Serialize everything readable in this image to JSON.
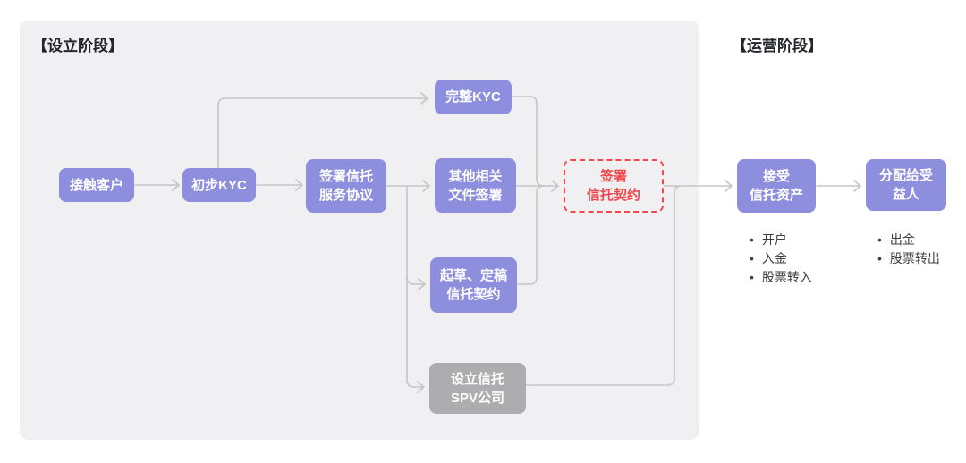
{
  "phases": {
    "setup": {
      "title": "【设立阶段】"
    },
    "operation": {
      "title": "【运营阶段】"
    }
  },
  "nodes": {
    "contact_customer": {
      "label": "接触客户"
    },
    "preliminary_kyc": {
      "label": "初步KYC"
    },
    "sign_trust_service_agreement": {
      "label": "签署信托\n服务协议"
    },
    "full_kyc": {
      "label": "完整KYC"
    },
    "other_documents_signing": {
      "label": "其他相关\n文件签署"
    },
    "draft_finalize_trust_deed": {
      "label": "起草、定稿\n信托契约"
    },
    "setup_trust_spv_company": {
      "label": "设立信托\nSPV公司"
    },
    "sign_trust_deed": {
      "label": "签署\n信托契约"
    },
    "receive_trust_assets": {
      "label": "接受\n信托资产"
    },
    "distribute_to_beneficiaries": {
      "label": "分配给受\n益人"
    }
  },
  "lists": {
    "receive_trust_assets_notes": {
      "items": [
        "开户",
        "入金",
        "股票转入"
      ]
    },
    "distribute_notes": {
      "items": [
        "出金",
        "股票转出"
      ]
    }
  },
  "colors": {
    "node_purple": "#8E8EDF",
    "node_gray": "#ADADAF",
    "highlight_red": "#F0484D",
    "panel_background": "#F0F0F2",
    "connector_gray": "#C5C5C8",
    "title_text": "#24262B",
    "note_text": "#3F3F41",
    "node_text": "#FFFFFF"
  }
}
